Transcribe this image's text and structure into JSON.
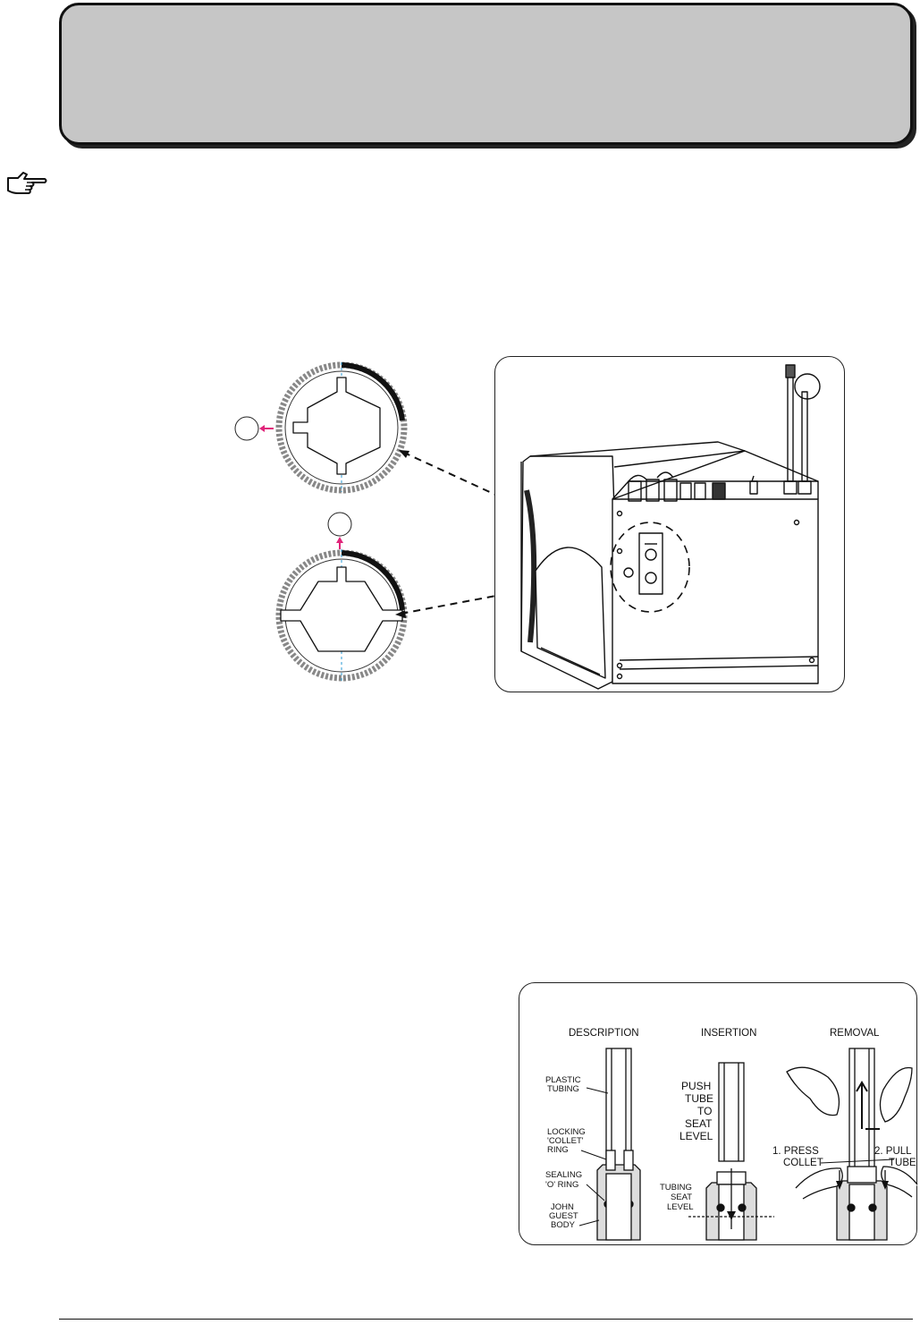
{
  "figure_fitting": {
    "headers": {
      "description": "DESCRIPTION",
      "insertion": "INSERTION",
      "removal": "REMOVAL"
    },
    "description_labels": {
      "plastic": "PLASTIC",
      "tubing": "TUBING",
      "locking": "LOCKING",
      "collet": "'COLLET'",
      "ring": "RING",
      "sealing": "SEALING",
      "o_ring": "'O' RING",
      "john": "JOHN",
      "guest": "GUEST",
      "body": "BODY"
    },
    "insertion_labels": {
      "push": "PUSH",
      "tube": "TUBE",
      "to": "TO",
      "seat": "SEAT",
      "level": "LEVEL",
      "tubing": "TUBING",
      "seat2": "SEAT",
      "level2": "LEVEL"
    },
    "removal_labels": {
      "press": "1. PRESS",
      "collet": "COLLET",
      "pull": "2. PULL",
      "tube": "TUBE"
    }
  },
  "colors": {
    "banner": "#c6c6c6",
    "arrow_accent": "#e0247a",
    "centerline": "#2a9ad4"
  }
}
